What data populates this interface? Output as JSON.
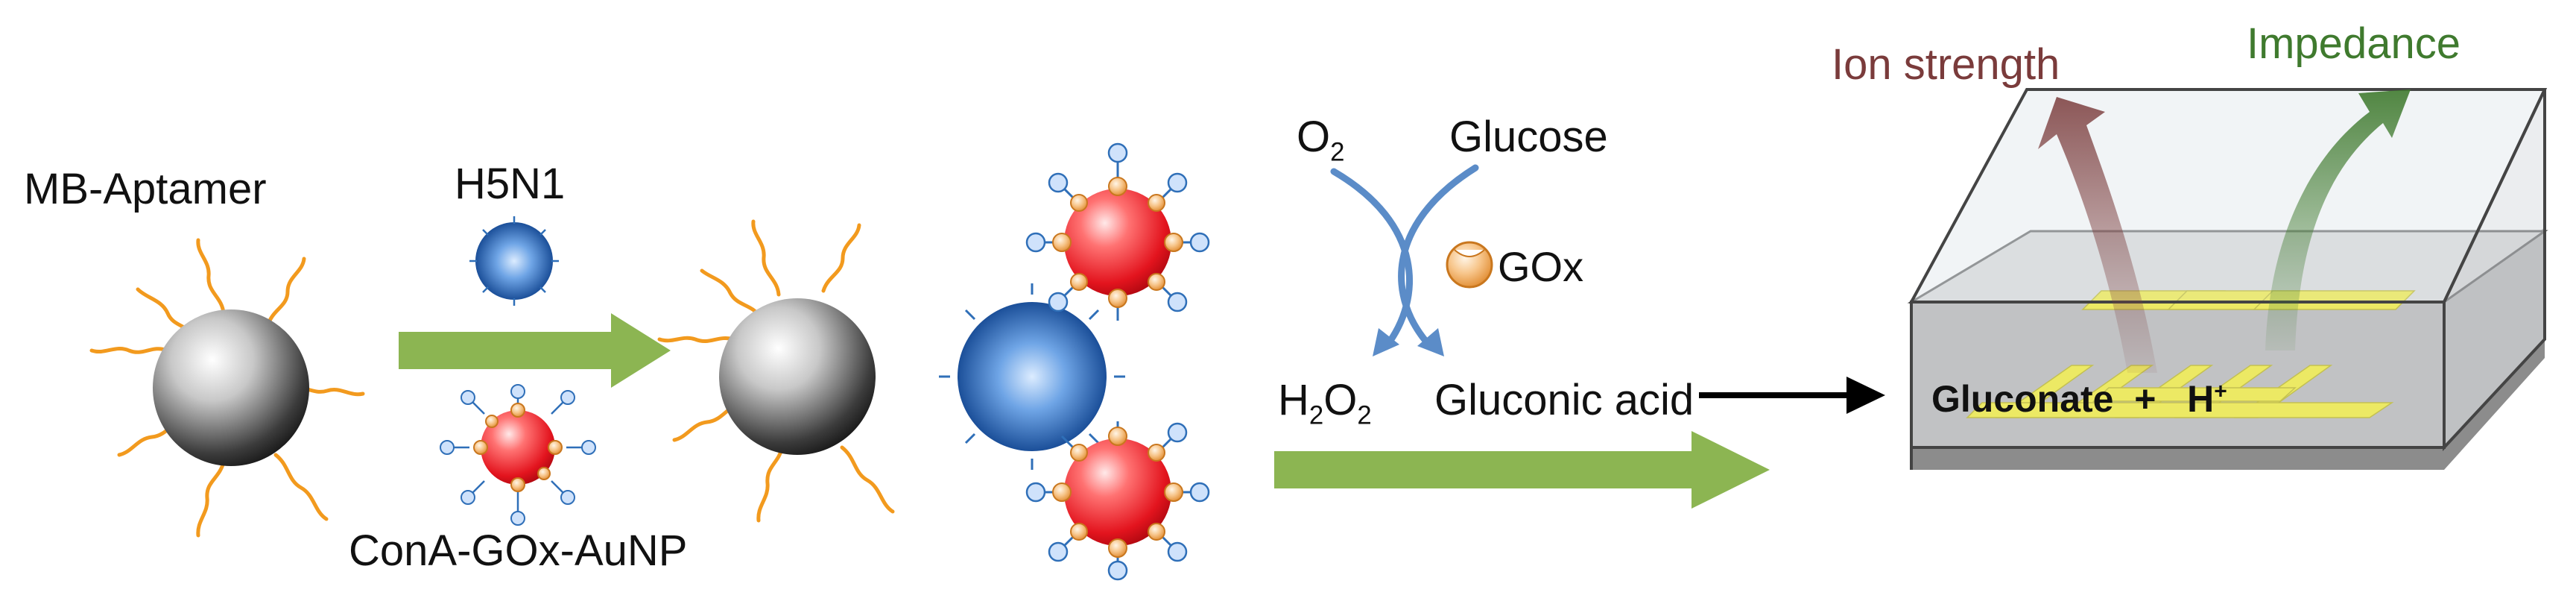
{
  "labels": {
    "mb_aptamer": "MB-Aptamer",
    "h5n1": "H5N1",
    "cona_gox_aunp": "ConA-GOx-AuNP",
    "o2_base": "O",
    "o2_sub": "2",
    "glucose": "Glucose",
    "gox": "GOx",
    "h2o2_h": "H",
    "h2o2_sub1": "2",
    "h2o2_o": "O",
    "h2o2_sub2": "2",
    "gluconic_acid": "Gluconic acid",
    "gluconate": "Gluconate",
    "plus": "+",
    "h_plus_base": "H",
    "h_plus_sup": "+",
    "ion_strength": "Ion strength",
    "impedance": "Impedance"
  },
  "colors": {
    "process_arrow": "#8CB552",
    "reaction_arrow": "#5B8CC8",
    "ion_strength": "#7A3B3B",
    "impedance": "#3F7A2E",
    "electrode": "#F2EC1C",
    "aptamer_strand": "#F29A1E",
    "magnetic_bead": "#404040",
    "gold_np": "#E8202A",
    "virus": "#2F6FB8"
  }
}
